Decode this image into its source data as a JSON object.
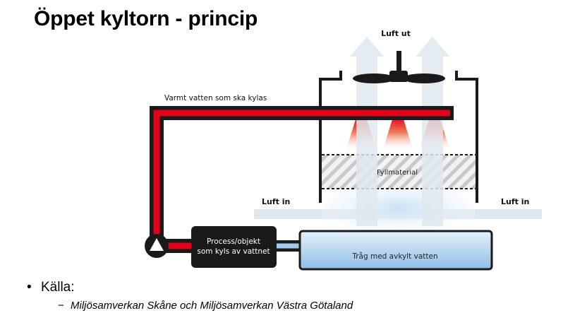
{
  "title": "Öppet kyltorn - princip",
  "labels": {
    "air_out": "Luft ut",
    "warm_water": "Varmt vatten som ska kylas",
    "fill_material": "Fyllmaterial",
    "air_in_left": "Luft in",
    "air_in_right": "Luft in",
    "process_line1": "Process/objekt",
    "process_line2": "som kyls av vattnet",
    "basin": "Tråg med avkylt vatten"
  },
  "source": {
    "bullet": "•",
    "heading": "Källa:",
    "dash": "−",
    "text": "Miljösamverkan Skåne och Miljösamverkan Västra Götaland"
  },
  "colors": {
    "hot_water": "#e3001b",
    "cold_water": "#9fc8ea",
    "air_arrow": "#dfe7ef",
    "frame": "#1a1a1a",
    "process_box": "#1a1a1a"
  },
  "icons": {
    "pump": "pump-icon",
    "fan": "fan-icon",
    "spray": "spray-nozzle-icon"
  }
}
